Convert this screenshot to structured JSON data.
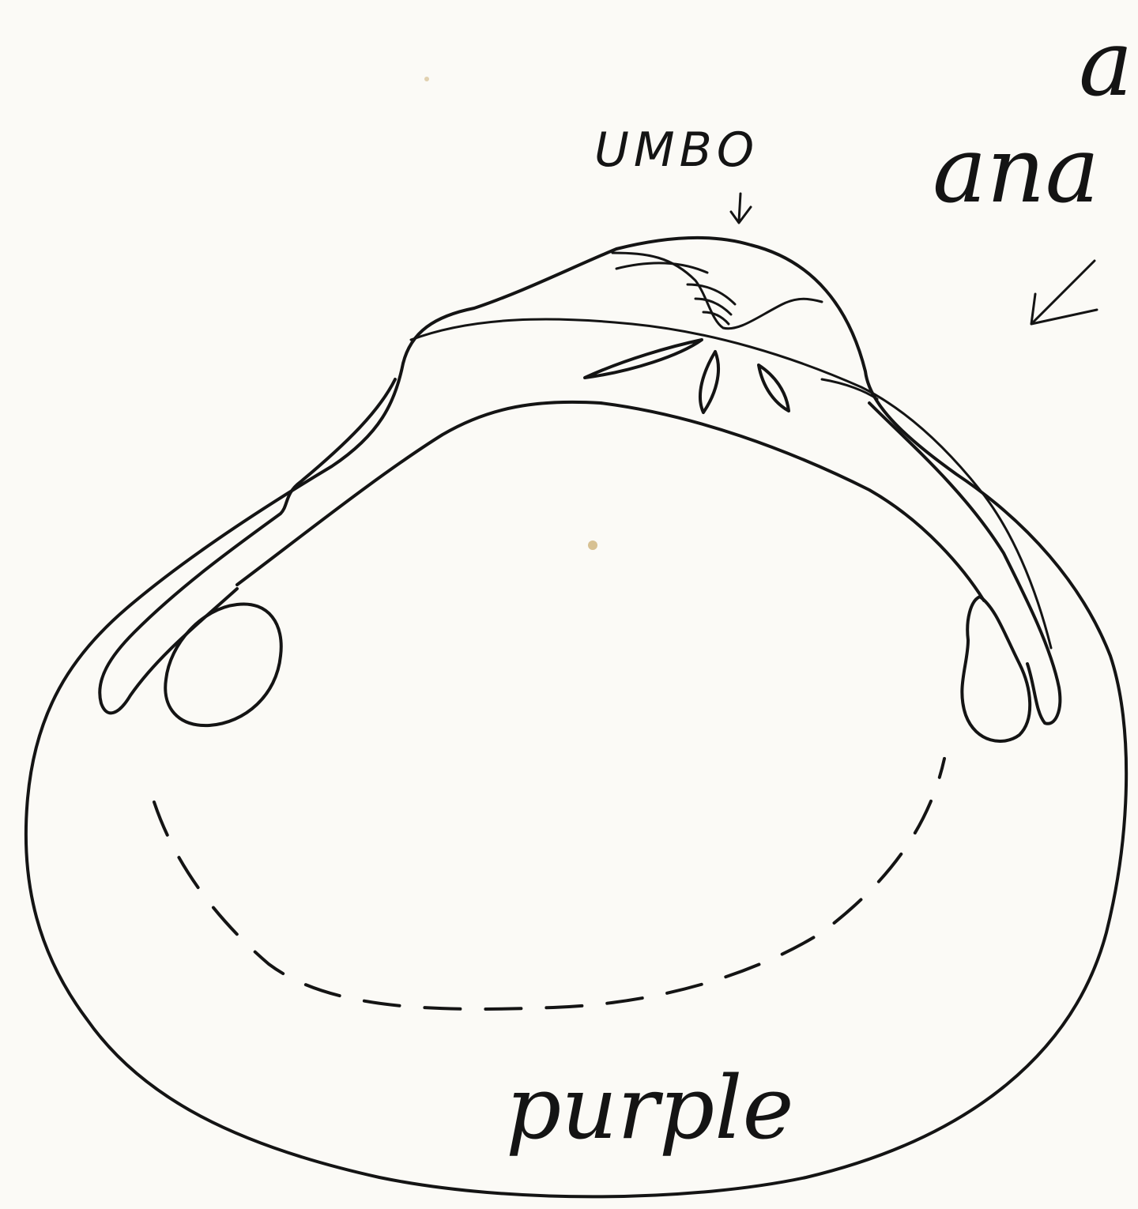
{
  "diagram": {
    "labels": {
      "umbo": "UMBO",
      "color_note": "purple",
      "margin_top_fragment": "a",
      "margin_side_fragment": "ana"
    },
    "colors": {
      "ink": "#141414",
      "paper": "#fbfaf6",
      "stain": "#c8a86a"
    }
  }
}
